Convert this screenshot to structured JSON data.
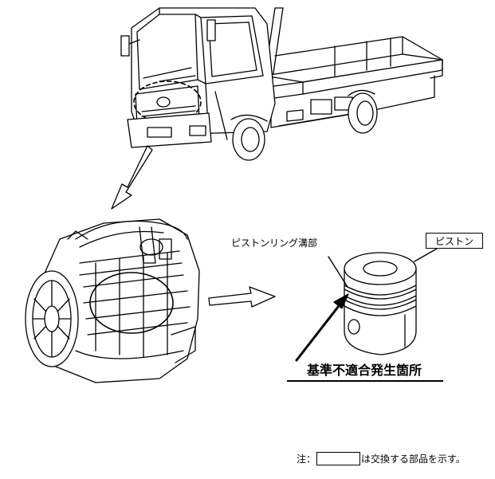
{
  "labels": {
    "piston_ring_groove": "ピストンリング溝部",
    "piston": "ピストン",
    "defect_location": "基準不適合発生箇所"
  },
  "note": {
    "prefix": "注：",
    "suffix": "は交換する部品を示す。"
  }
}
